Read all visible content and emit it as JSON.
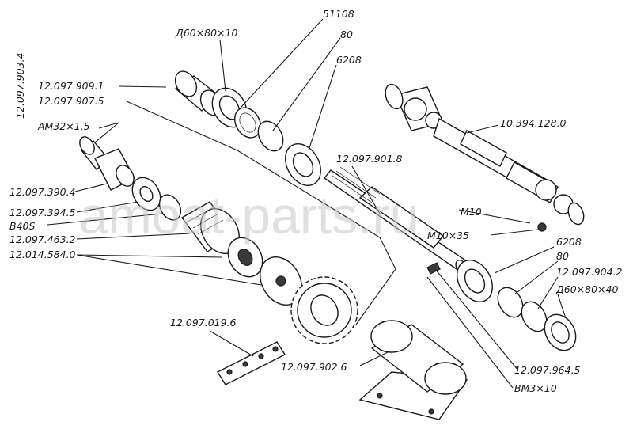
{
  "labels": {
    "p51108": "51108",
    "d60x80x10": "Д60×80×10",
    "p80_top": "80",
    "p6208_top": "6208",
    "asm_903_4": "12.097.903.4",
    "p909_1": "12.097.909.1",
    "p907_5": "12.097.907.5",
    "am32": "АМ32×1,5",
    "p390_4": "12.097.390.4",
    "p394_5": "12.097.394.5",
    "b40s": "В40S",
    "p463_2": "12.097.463.2",
    "p584_0": "12.014.584.0",
    "p901_8": "12.097.901.8",
    "p128_0": "10.394.128.0",
    "m10": "М10",
    "m10x35": "М10×35",
    "p6208_bot": "6208",
    "p80_bot": "80",
    "p904_2": "12.097.904.2",
    "d60x80x40": "Д60×80×40",
    "p019_6": "12.097.019.6",
    "p902_6": "12.097.902.6",
    "p964_5": "12.097.964.5",
    "bm3x10": "ВМ3×10"
  },
  "watermark": "amoat-parts.ru"
}
